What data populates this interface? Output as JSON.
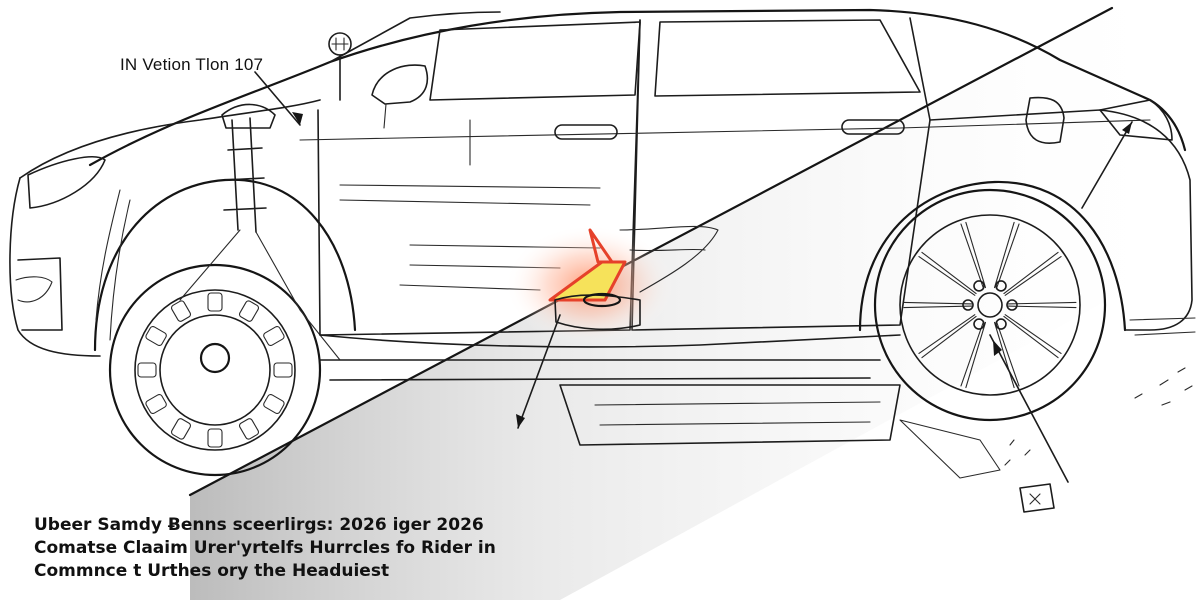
{
  "callout": {
    "text": "IN Vetion Tlon 107"
  },
  "caption": {
    "lines": [
      "Ubeer Samdy Ƀenns sceerlirgs: 2026 iger 2026",
      "Comatse Claaim Urer'yrtelfs Hurrcles fo Rider in",
      "Commnce t Urthes ory the Headuiest"
    ]
  },
  "icons": {
    "top": "fuel-gauge-icon",
    "bottom": "small-bag-icon"
  },
  "colors": {
    "impact_core": "#f6e25a",
    "impact_glow": "#ef5a3a",
    "shading": "#8a8a8a"
  }
}
